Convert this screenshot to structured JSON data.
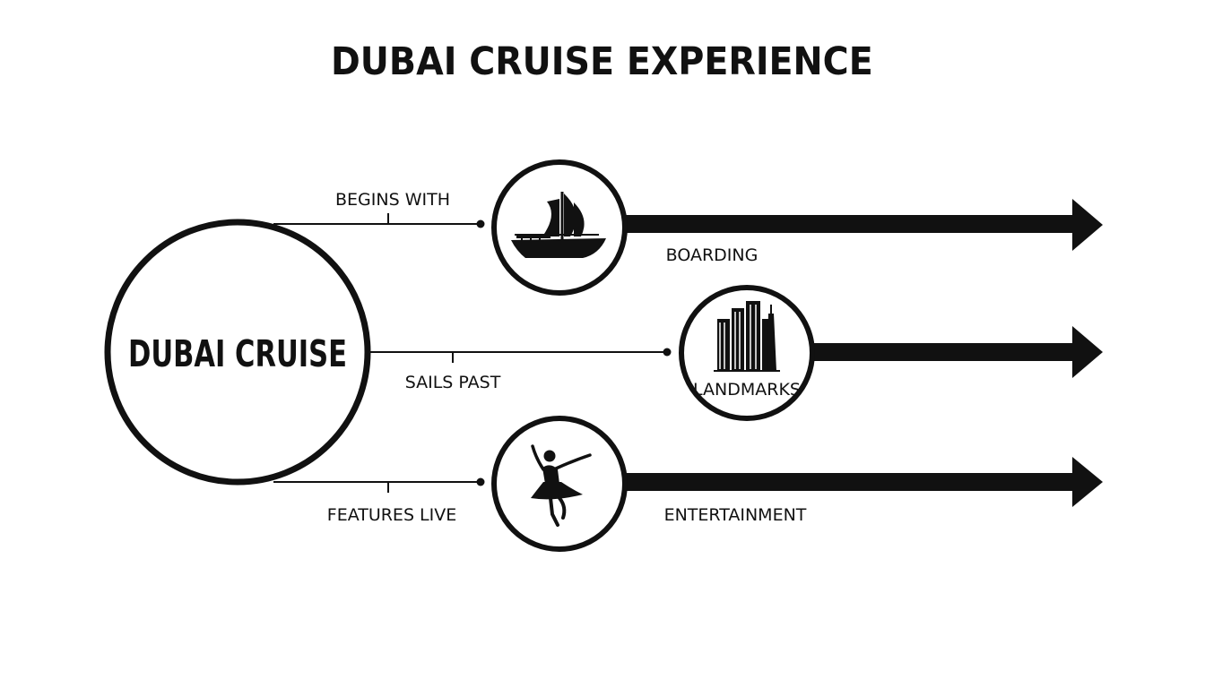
{
  "title": "DUBAI CRUISE EXPERIENCE",
  "center": {
    "label": "DUBAI CRUISE"
  },
  "branches": [
    {
      "relation": "BEGINS WITH",
      "outcome": "BOARDING",
      "icon": "dhow-boat-icon"
    },
    {
      "relation": "SAILS PAST",
      "outcome": "LANDMARKS",
      "icon": "skyline-icon"
    },
    {
      "relation": "FEATURES LIVE",
      "outcome": "ENTERTAINMENT",
      "icon": "dancer-icon"
    }
  ],
  "colors": {
    "stroke": "#111111",
    "background": "#ffffff"
  }
}
